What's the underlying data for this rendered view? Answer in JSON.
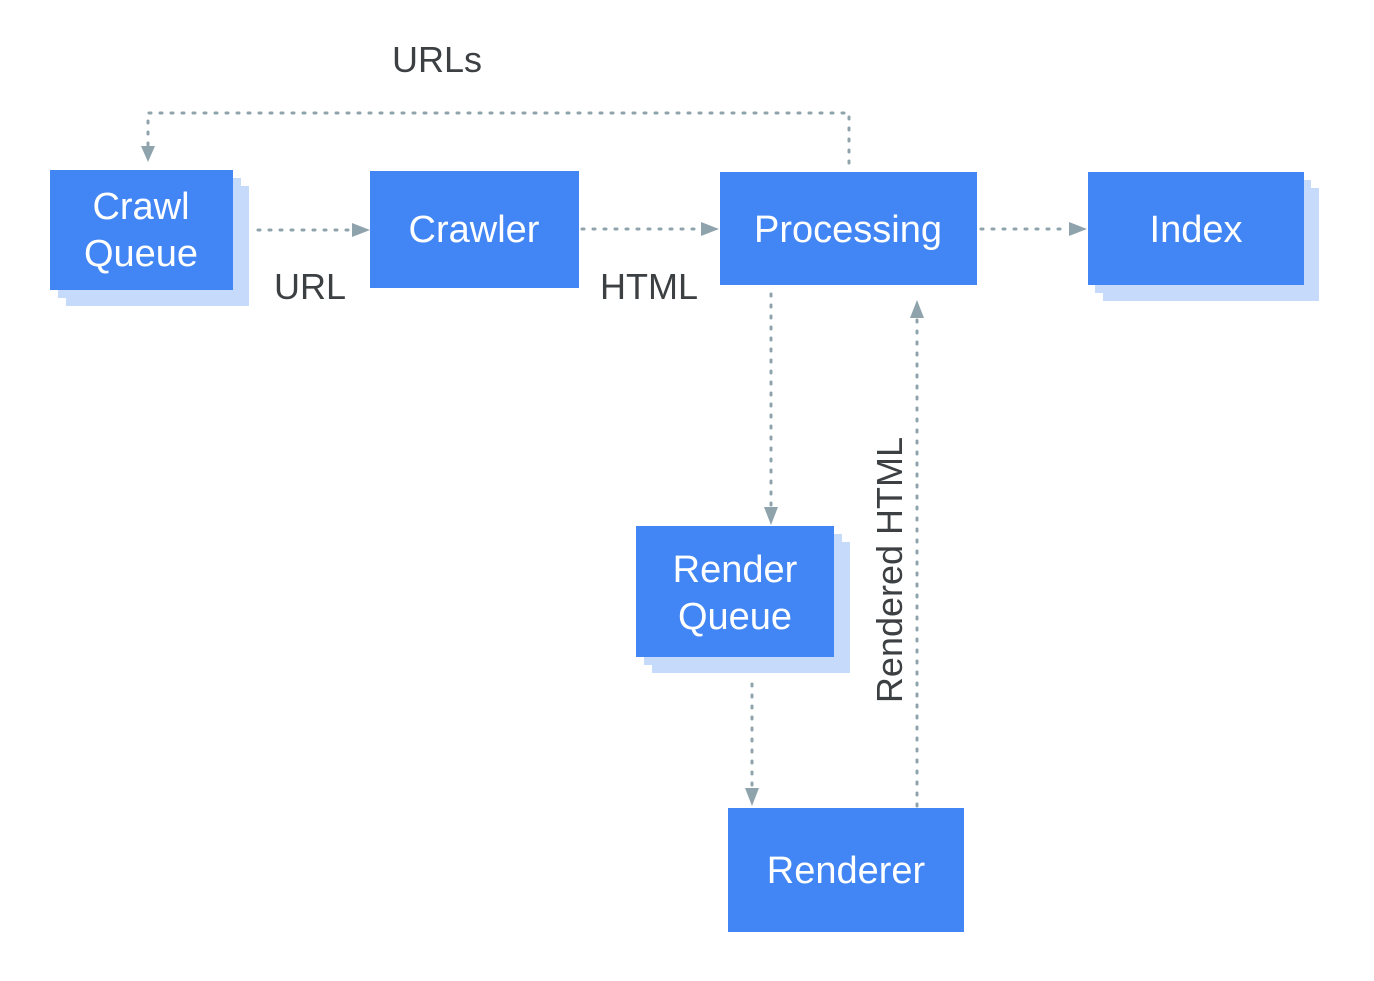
{
  "colors": {
    "node_fill": "#4285f4",
    "node_stack": "#c6dafc",
    "node_text": "#ffffff",
    "edge": "#8fa3ad",
    "label_text": "#3c4043"
  },
  "nodes": {
    "crawl_queue": {
      "line1": "Crawl",
      "line2": "Queue"
    },
    "crawler": {
      "label": "Crawler"
    },
    "processing": {
      "label": "Processing"
    },
    "index": {
      "label": "Index"
    },
    "render_queue": {
      "line1": "Render",
      "line2": "Queue"
    },
    "renderer": {
      "label": "Renderer"
    }
  },
  "edges": {
    "urls": "URLs",
    "url": "URL",
    "html": "HTML",
    "rendered_html": "Rendered HTML"
  }
}
